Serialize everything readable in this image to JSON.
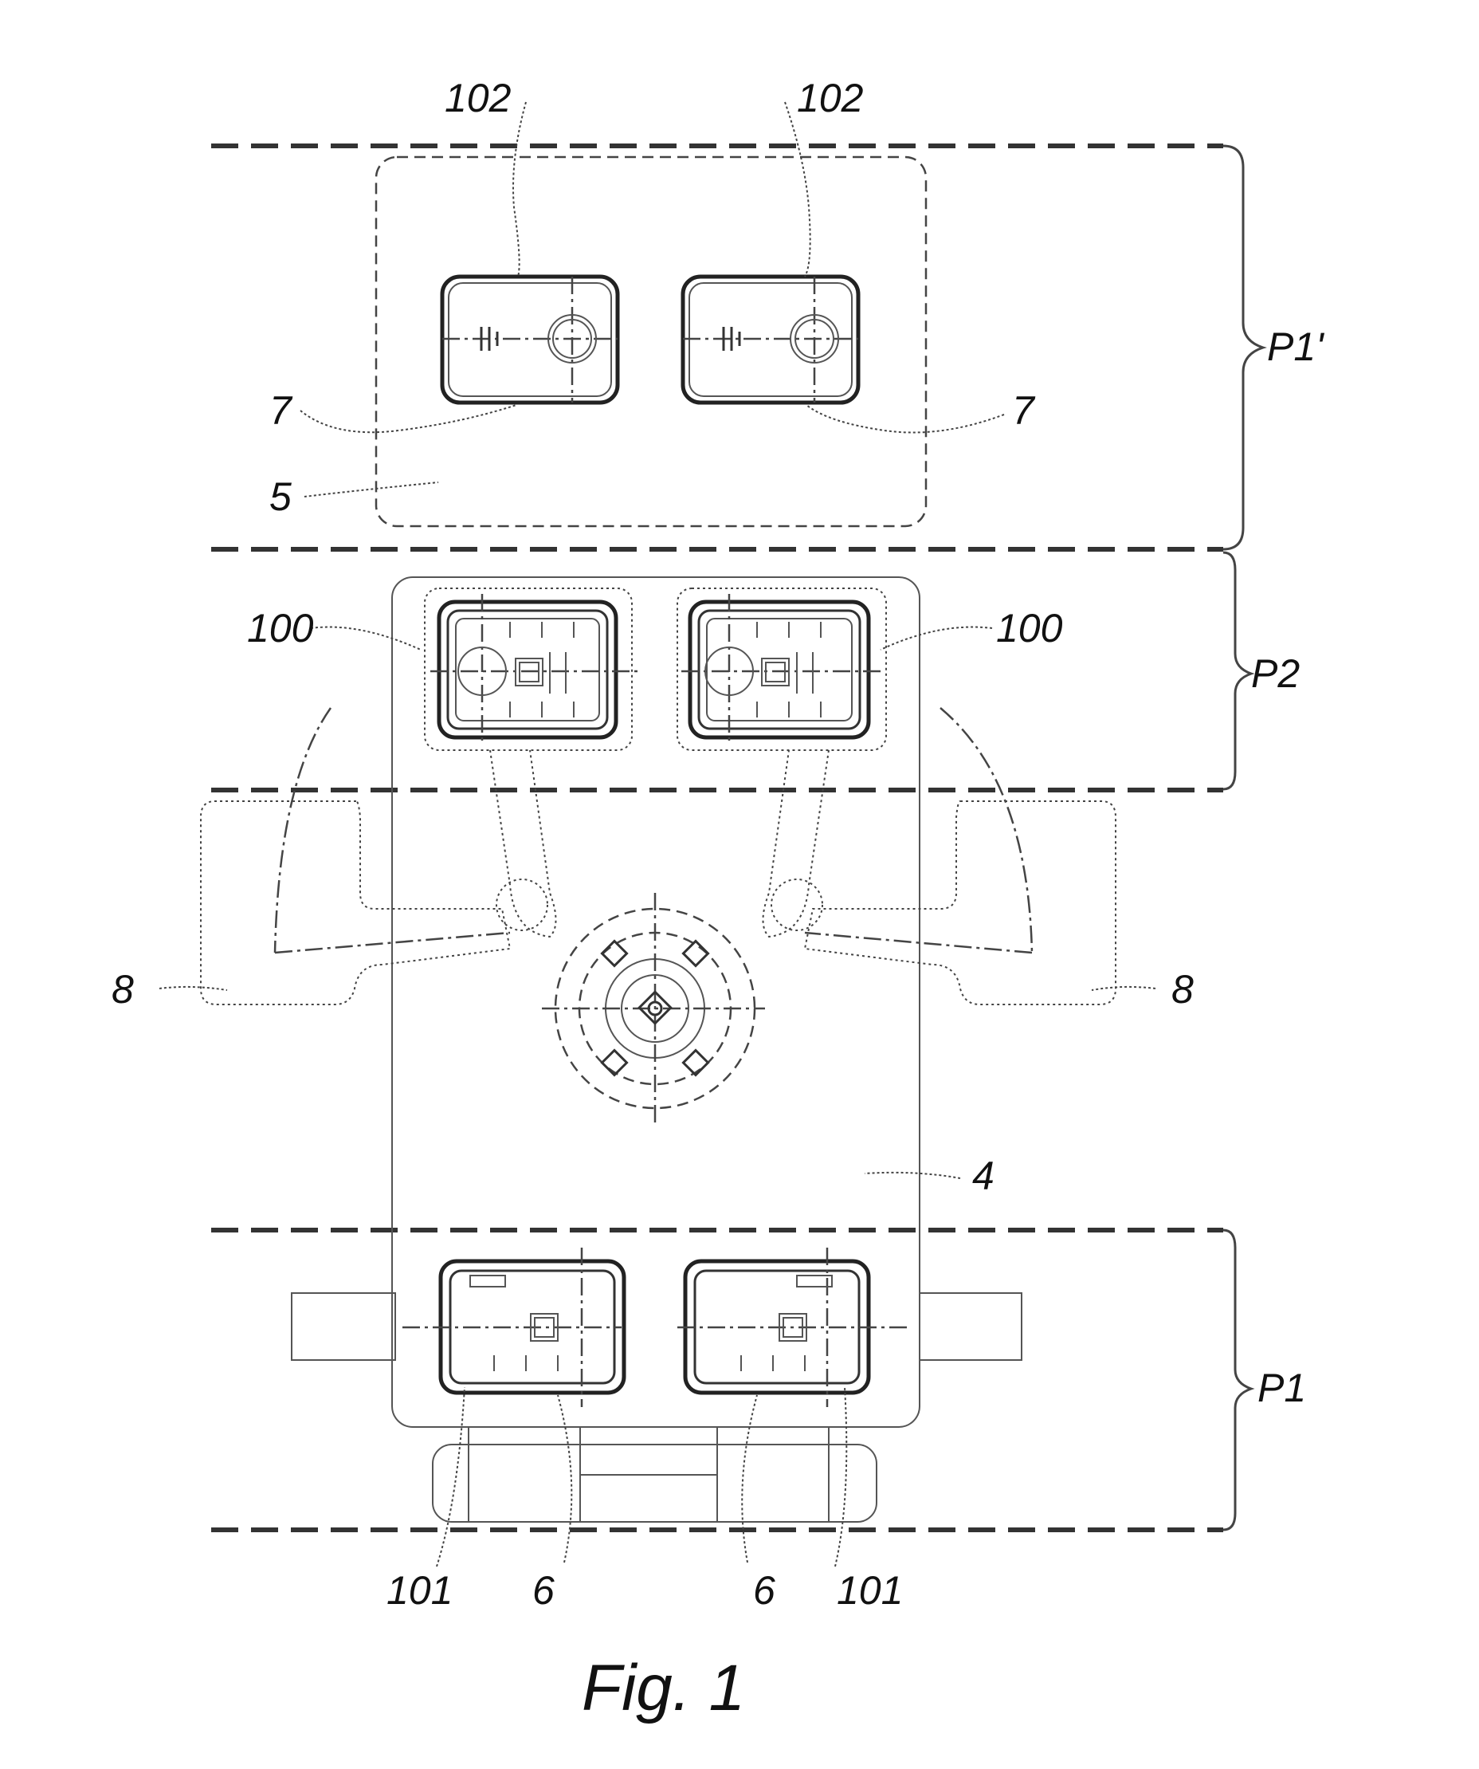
{
  "figure": {
    "caption": "Fig. 1",
    "references": {
      "sensor_top_left": "102",
      "sensor_top_right": "102",
      "arrow_7_left": "7",
      "arrow_7_right": "7",
      "area_5": "5",
      "sensor_mid_left": "100",
      "sensor_mid_right": "100",
      "arm_left": "8",
      "arm_right": "8",
      "carrier_4": "4",
      "sensor_bottom_left": "101",
      "sensor_bottom_right": "101",
      "holder_6_left": "6",
      "holder_6_right": "6"
    },
    "positions": {
      "p1_prime": "P1'",
      "p2": "P2",
      "p1": "P1"
    }
  }
}
